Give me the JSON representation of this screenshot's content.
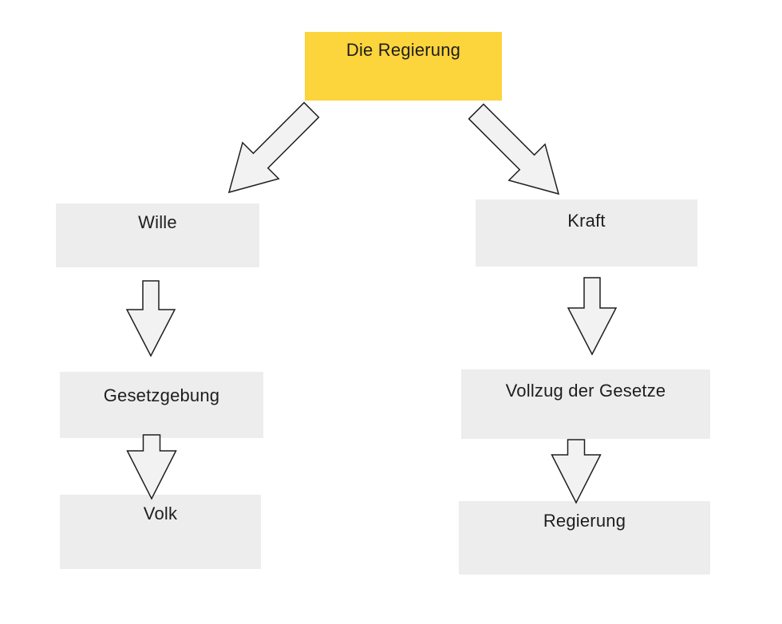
{
  "diagram": {
    "title_node": "Die Regierung",
    "colors": {
      "background": "#FFFFFF",
      "root_fill": "#FCD43C",
      "node_fill": "#EDEDED",
      "arrow_fill": "#F2F2F2",
      "arrow_stroke": "#1F1F1F",
      "text": "#1E1E1E"
    },
    "nodes": [
      {
        "id": "die-regierung",
        "label": "Die Regierung",
        "level": 0
      },
      {
        "id": "wille",
        "label": "Wille",
        "level": 1
      },
      {
        "id": "kraft",
        "label": "Kraft",
        "level": 1
      },
      {
        "id": "gesetzgebung",
        "label": "Gesetzgebung",
        "level": 2
      },
      {
        "id": "vollzug",
        "label": "Vollzug der Gesetze",
        "level": 2
      },
      {
        "id": "volk",
        "label": "Volk",
        "level": 3
      },
      {
        "id": "regierung",
        "label": "Regierung",
        "level": 3
      }
    ],
    "edges": [
      {
        "from": "Die Regierung",
        "to": "Wille"
      },
      {
        "from": "Die Regierung",
        "to": "Kraft"
      },
      {
        "from": "Wille",
        "to": "Gesetzgebung"
      },
      {
        "from": "Kraft",
        "to": "Vollzug der Gesetze"
      },
      {
        "from": "Gesetzgebung",
        "to": "Volk"
      },
      {
        "from": "Vollzug der Gesetze",
        "to": "Regierung"
      }
    ]
  }
}
